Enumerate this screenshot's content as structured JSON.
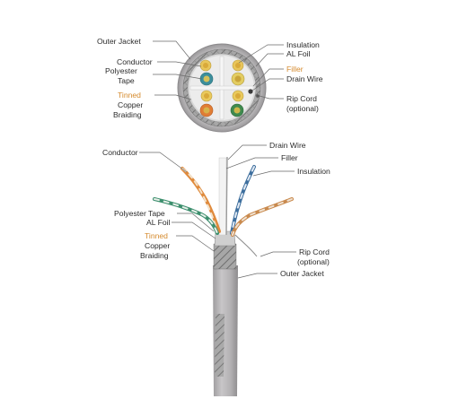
{
  "cross_section": {
    "labels": {
      "outer_jacket": "Outer Jacket",
      "conductor": "Conductor",
      "polyester_tape_line1": "Polyester",
      "polyester_tape_line2": "Tape",
      "tinned_line1": "Tinned",
      "tinned_line2": "Copper",
      "tinned_line3": "Braiding",
      "insulation": "Insulation",
      "al_foil": "AL Foil",
      "filler": "Filler",
      "drain_wire": "Drain Wire",
      "rip_cord_line1": "Rip Cord",
      "rip_cord_line2": "(optional)"
    }
  },
  "side_view": {
    "labels": {
      "conductor": "Conductor",
      "drain_wire": "Drain Wire",
      "filler": "Filler",
      "insulation": "Insulation",
      "polyester_tape": "Polyester Tape",
      "al_foil": "AL Foil",
      "tinned_line1": "Tinned",
      "tinned_line2": "Copper",
      "tinned_line3": "Braiding",
      "rip_cord_line1": "Rip Cord",
      "rip_cord_line2": "(optional)",
      "outer_jacket": "Outer Jacket"
    }
  },
  "colors": {
    "jacket": "#b9b7b9",
    "braid": "#9a9a9a",
    "orange_pair": "#e08a3c",
    "green_pair": "#3d8f6e",
    "blue_pair": "#3e6f9e",
    "brown_pair": "#8a6a3a",
    "label_orange": "#d58a2d"
  }
}
